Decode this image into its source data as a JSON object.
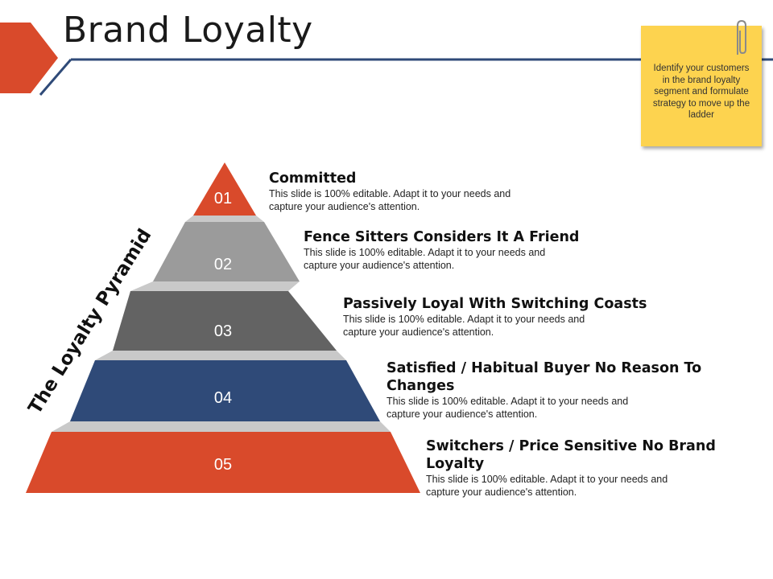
{
  "slide": {
    "title": "Brand Loyalty"
  },
  "note": {
    "text": "Identify your customers in the brand loyalty segment and formulate strategy to move up the ladder"
  },
  "pyramid": {
    "side_label": "The Loyalty Pyramid",
    "levels": [
      {
        "number": "01",
        "title": "Committed",
        "description": "This slide is 100% editable. Adapt it to your needs and capture your audience's attention.",
        "color": "#d94a2b"
      },
      {
        "number": "02",
        "title": "Fence Sitters Considers It A Friend",
        "description": "This slide is 100% editable. Adapt it to your needs and capture your audience's attention.",
        "color": "#9b9b9b"
      },
      {
        "number": "03",
        "title": "Passively Loyal With Switching Coasts",
        "description": "This slide is 100% editable. Adapt it to your needs and capture your audience's attention.",
        "color": "#636363"
      },
      {
        "number": "04",
        "title": "Satisfied / Habitual Buyer No Reason To Changes",
        "description": "This slide is 100% editable. Adapt it to your needs and capture your audience's attention.",
        "color": "#2f4a78"
      },
      {
        "number": "05",
        "title": "Switchers / Price Sensitive No Brand Loyalty",
        "description": "This slide is 100% editable. Adapt it to your needs and capture your audience's attention.",
        "color": "#d94a2b"
      }
    ]
  },
  "colors": {
    "accent": "#d94a2b",
    "navy_line": "#2f4a78",
    "note_yellow": "#fdd34f"
  }
}
